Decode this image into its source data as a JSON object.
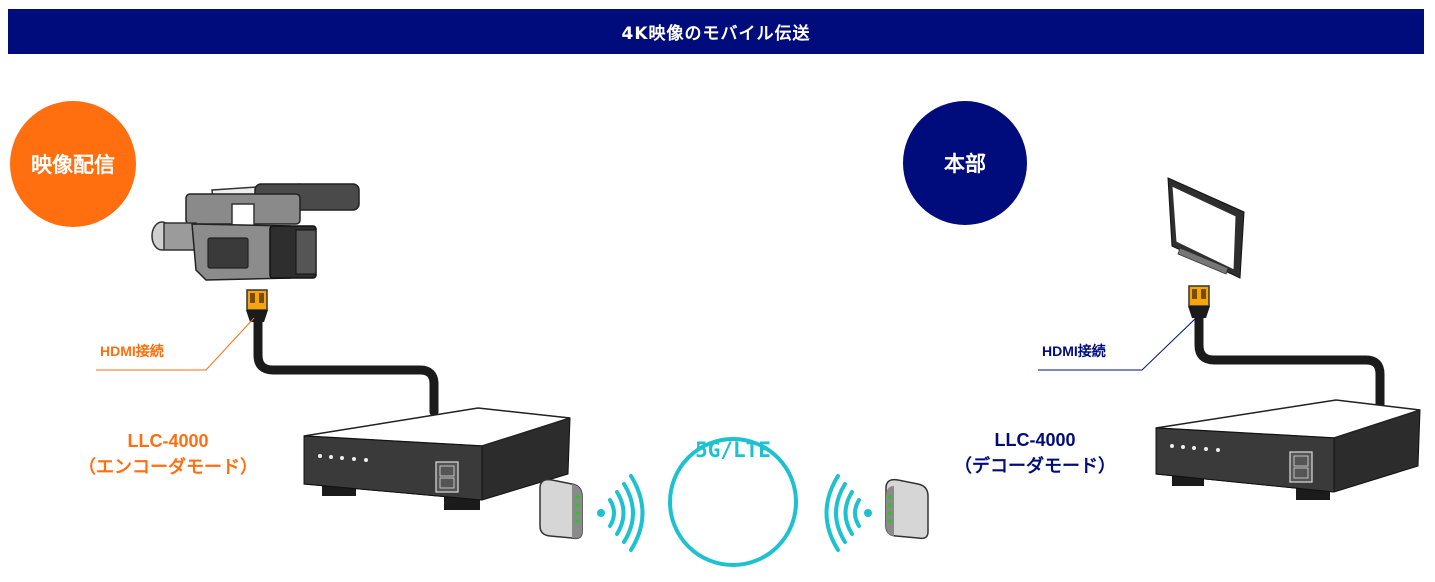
{
  "title": "4K映像のモバイル伝送",
  "left": {
    "badge": "映像配信",
    "hdmi_label": "HDMI接続",
    "device_name": "LLC-4000",
    "device_mode": "（エンコーダモード）"
  },
  "right": {
    "badge": "本部",
    "hdmi_label": "HDMI接続",
    "device_name": "LLC-4000",
    "device_mode": "（デコーダモード）"
  },
  "network": {
    "label": "5G/LTE"
  },
  "colors": {
    "navy": "#000c7b",
    "orange": "#ff6e0f",
    "cyan": "#1ec1d0",
    "connector": "#f5a60c"
  },
  "icons": [
    "video-camera-icon",
    "monitor-icon",
    "encoder-box-icon",
    "decoder-box-icon",
    "router-icon",
    "signal-wave-icon",
    "hdmi-plug-icon"
  ]
}
